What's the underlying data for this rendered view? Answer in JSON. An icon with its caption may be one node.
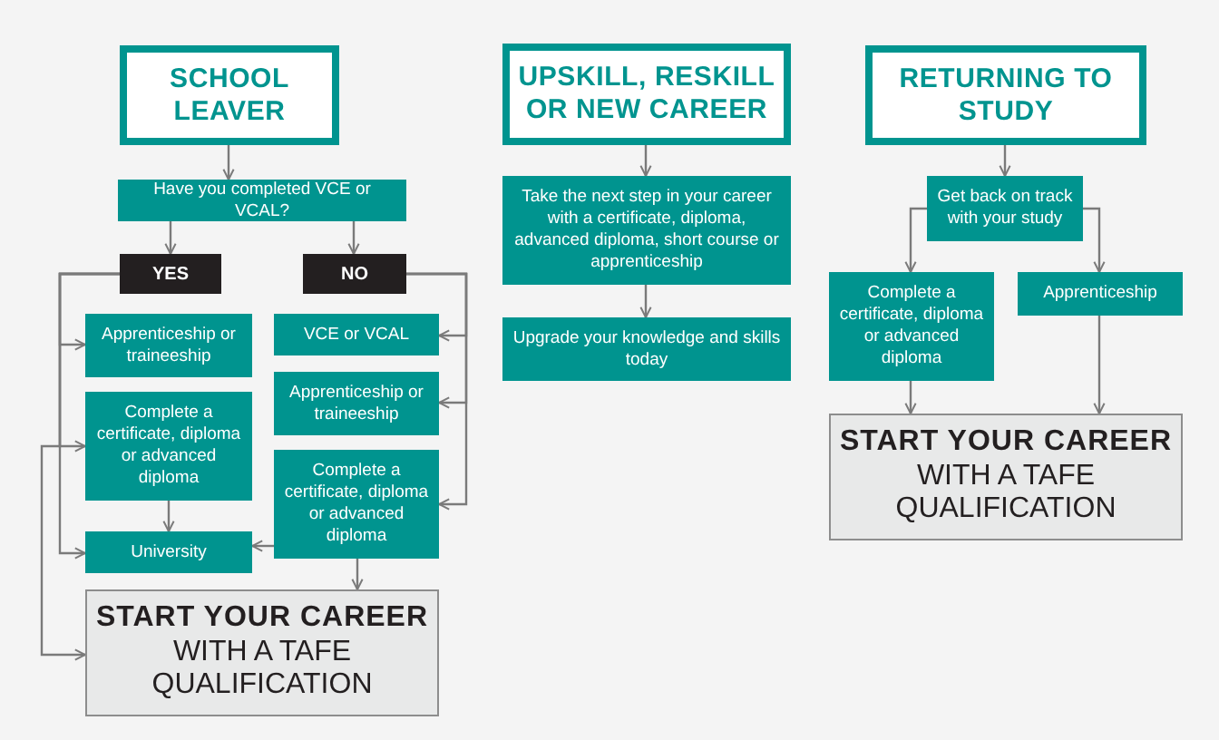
{
  "diagram": {
    "nodes": [
      {
        "text": [
          "SCHOOL LEAVER"
        ]
      },
      {
        "text": [
          "Have you completed VCE or VCAL?"
        ]
      },
      {
        "text": [
          "YES"
        ]
      },
      {
        "text": [
          "NO"
        ]
      },
      {
        "text": [
          "Apprenticeship or traineeship"
        ]
      },
      {
        "text": [
          "Complete a certificate, diploma or advanced diploma"
        ]
      },
      {
        "text": [
          "University"
        ]
      },
      {
        "text": [
          "VCE or VCAL"
        ]
      },
      {
        "text": [
          "Apprenticeship or traineeship"
        ]
      },
      {
        "text": [
          "Complete a certificate, diploma or advanced diploma"
        ]
      },
      {
        "text": [
          "START YOUR CAREER",
          "WITH A TAFE QUALIFICATION"
        ]
      },
      {
        "text": [
          "UPSKILL, RESKILL OR NEW CAREER"
        ]
      },
      {
        "text": [
          "Take the next step in your career with a certificate, diploma, advanced diploma, short course or apprenticeship"
        ]
      },
      {
        "text": [
          "Upgrade your knowledge and skills today"
        ]
      },
      {
        "text": [
          "RETURNING TO STUDY"
        ]
      },
      {
        "text": [
          "Get back on track with your study"
        ]
      },
      {
        "text": [
          "Complete a certificate, diploma or advanced diploma"
        ]
      },
      {
        "text": [
          "Apprenticeship"
        ]
      },
      {
        "text": [
          "START YOUR CAREER",
          "WITH A TAFE QUALIFICATION"
        ]
      }
    ],
    "edges": [
      {
        "from": 0,
        "to": 1,
        "arrow": "to"
      },
      {
        "from": 1,
        "to": 2,
        "arrow": "to"
      },
      {
        "from": 1,
        "to": 3,
        "arrow": "to"
      },
      {
        "from": 2,
        "to": 4,
        "arrow": "to"
      },
      {
        "from": 2,
        "to": 5,
        "arrow": "to"
      },
      {
        "from": 2,
        "to": 6,
        "arrow": "to"
      },
      {
        "from": 2,
        "to": 10,
        "arrow": "to"
      },
      {
        "from": 5,
        "to": 6,
        "arrow": "to"
      },
      {
        "from": 9,
        "to": 6,
        "arrow": "to"
      },
      {
        "from": 9,
        "to": 10,
        "arrow": "to"
      },
      {
        "from": 3,
        "to": 7,
        "arrow": "to"
      },
      {
        "from": 3,
        "to": 8,
        "arrow": "to"
      },
      {
        "from": 3,
        "to": 9,
        "arrow": "to"
      },
      {
        "from": 11,
        "to": 12,
        "arrow": "to"
      },
      {
        "from": 12,
        "to": 13,
        "arrow": "to"
      },
      {
        "from": 14,
        "to": 15,
        "arrow": "to"
      },
      {
        "from": 15,
        "to": 16,
        "arrow": "to"
      },
      {
        "from": 15,
        "to": 17,
        "arrow": "to"
      },
      {
        "from": 16,
        "to": 18,
        "arrow": "to"
      },
      {
        "from": 17,
        "to": 18,
        "arrow": "to"
      }
    ]
  }
}
